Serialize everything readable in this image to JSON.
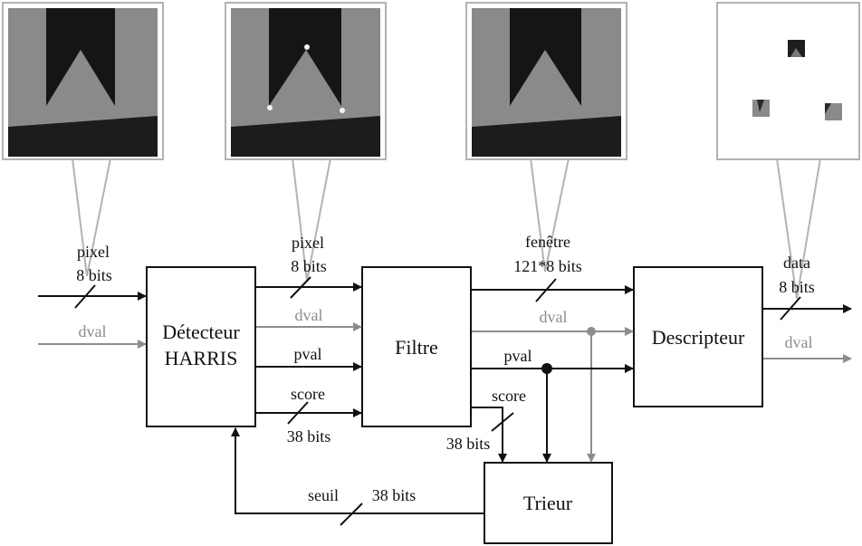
{
  "blocks": {
    "harris_line1": "Détecteur",
    "harris_line2": "HARRIS",
    "filtre": "Filtre",
    "descripteur": "Descripteur",
    "trieur": "Trieur"
  },
  "signals": {
    "input_pixel": "pixel",
    "input_pixel_width": "8 bits",
    "input_dval": "dval",
    "harris_pixel": "pixel",
    "harris_pixel_width": "8 bits",
    "harris_dval": "dval",
    "harris_pval": "pval",
    "harris_score": "score",
    "harris_score_width": "38 bits",
    "filtre_fenetre": "fenêtre",
    "filtre_fenetre_width": "121*8 bits",
    "filtre_dval": "dval",
    "filtre_pval": "pval",
    "filtre_score": "score",
    "filtre_score_width": "38 bits",
    "output_data": "data",
    "output_data_width": "8 bits",
    "output_dval": "dval",
    "seuil": "seuil",
    "seuil_width": "38 bits"
  },
  "colors": {
    "line": "#111111",
    "gray_line": "#8d8d8d",
    "thumb_border": "#b3b3b3",
    "thumb_bg": "#8a8a8a",
    "thumb_dark": "#151515",
    "thumb_bottom": "#1c1c1c"
  }
}
